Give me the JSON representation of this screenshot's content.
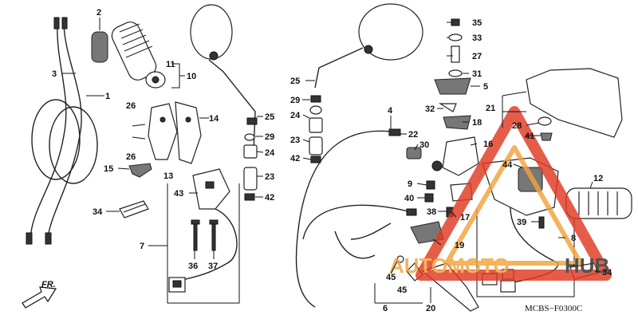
{
  "diagram": {
    "code": "MCBS−F0300C",
    "fr_label": "FR.",
    "labels": {
      "n1": "1",
      "n2": "2",
      "n3": "3",
      "n4": "4",
      "n5": "5",
      "n6": "6",
      "n7": "7",
      "n8": "8",
      "n9": "9",
      "n10": "10",
      "n11": "11",
      "n12": "12",
      "n13": "13",
      "n14": "14",
      "n15": "15",
      "n16": "16",
      "n17": "17",
      "n18": "18",
      "n19": "19",
      "n20": "20",
      "n21": "21",
      "n22": "22",
      "n23a": "23",
      "n23b": "23",
      "n24a": "24",
      "n24b": "24",
      "n25a": "25",
      "n25b": "25",
      "n26a": "26",
      "n26b": "26",
      "n27": "27",
      "n28": "28",
      "n29a": "29",
      "n29b": "29",
      "n30": "30",
      "n31": "31",
      "n32": "32",
      "n33": "33",
      "n34a": "34",
      "n34b": "34",
      "n35": "35",
      "n36": "36",
      "n37": "37",
      "n38": "38",
      "n39": "39",
      "n40": "40",
      "n41": "41",
      "n42a": "42",
      "n42b": "42",
      "n43": "43",
      "n44": "44",
      "n45a": "45",
      "n45b": "45"
    }
  },
  "watermark": {
    "text_orange": "AUTOMOTO",
    "text_dark": "HUB",
    "color_primary": "#e03a22",
    "color_secondary": "#f2a33a"
  }
}
